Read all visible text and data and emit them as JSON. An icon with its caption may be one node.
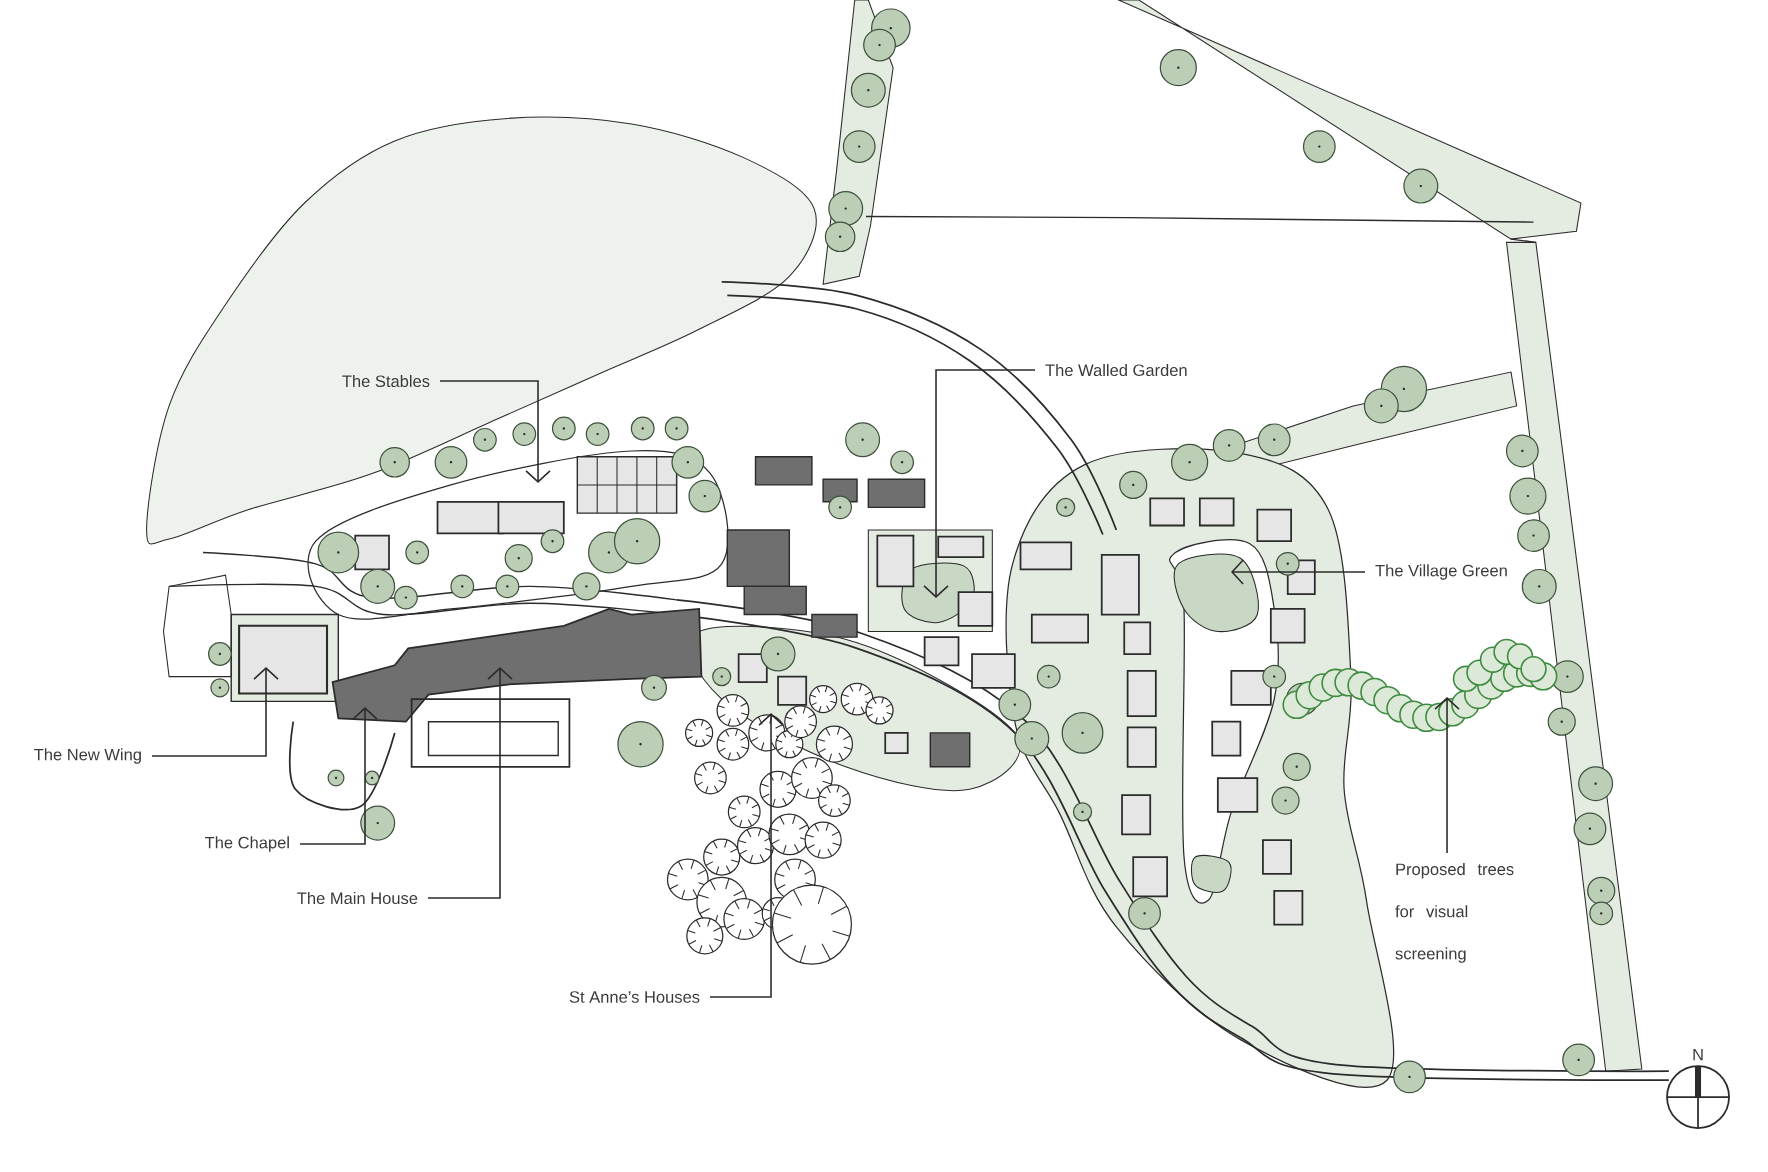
{
  "diagram": {
    "nodes": [
      {
        "text": [
          "The Stables"
        ]
      },
      {
        "text": [
          "The Walled Garden"
        ]
      },
      {
        "text": [
          "The Village Green"
        ]
      },
      {
        "text": [
          "The New Wing"
        ]
      },
      {
        "text": [
          "The Chapel"
        ]
      },
      {
        "text": [
          "The Main House"
        ]
      },
      {
        "text": [
          "St Anne’s Houses"
        ]
      },
      {
        "text": [
          "Proposed trees for visual screening"
        ]
      }
    ],
    "edges": [
      {
        "from": 0,
        "to": null,
        "arrow": "to"
      },
      {
        "from": 1,
        "to": null,
        "arrow": "to"
      },
      {
        "from": 2,
        "to": null,
        "arrow": "to"
      },
      {
        "from": 3,
        "to": null,
        "arrow": "to"
      },
      {
        "from": 4,
        "to": null,
        "arrow": "to"
      },
      {
        "from": 5,
        "to": null,
        "arrow": "to"
      },
      {
        "from": 6,
        "to": null,
        "arrow": "to"
      },
      {
        "from": 7,
        "to": null,
        "arrow": "to"
      }
    ],
    "labels": [
      "N"
    ]
  }
}
